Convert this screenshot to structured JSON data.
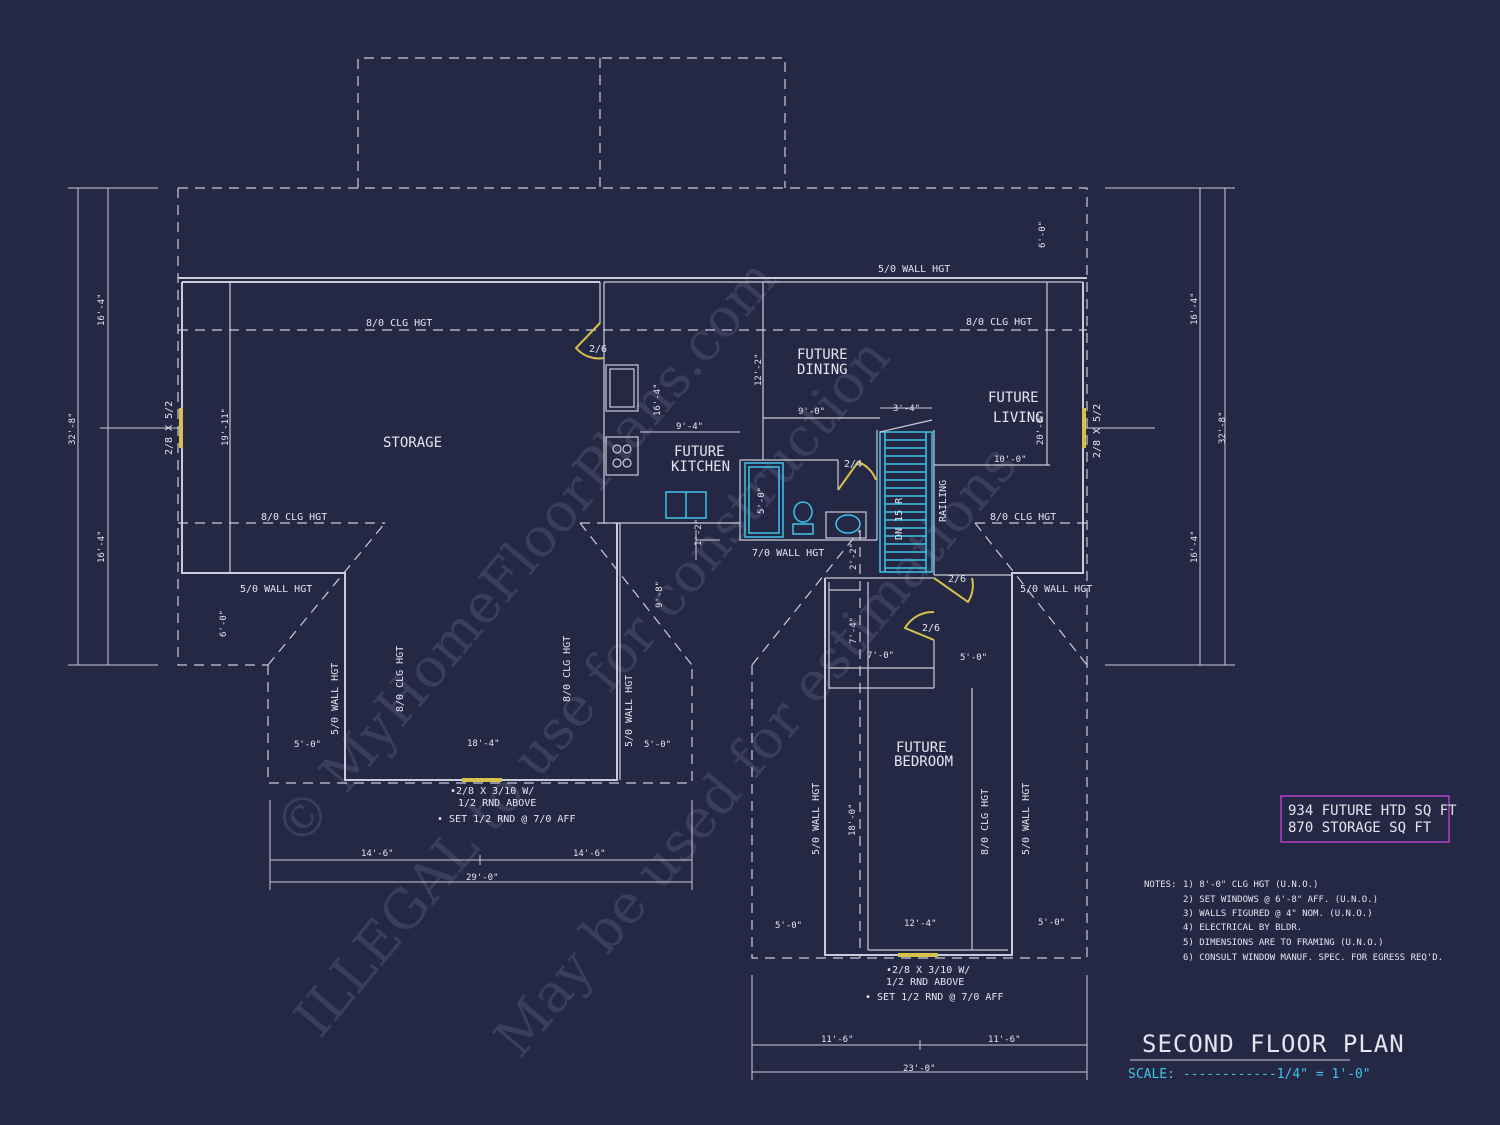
{
  "watermark": [
    "© MyHomeFloorPlans.com",
    "ILLEGAL to use for construction",
    "May be used for estimations"
  ],
  "rooms": {
    "storage": "STORAGE",
    "future_kitchen": [
      "FUTURE",
      "KITCHEN"
    ],
    "future_dining": [
      "FUTURE",
      "DINING"
    ],
    "future_living": [
      "FUTURE",
      "LIVING"
    ],
    "future_bedroom": [
      "FUTURE",
      "BEDROOM"
    ]
  },
  "labels": {
    "wall_hgt_5": "5/0 WALL HGT",
    "clg_hgt_8": "8/0 CLG HGT",
    "wall_hgt_7": "7/0 WALL HGT",
    "railing": "RAILING",
    "dn_stair": "DN 15 R",
    "door_26": "2/6",
    "door_24": "2/4",
    "window_side": "2/8 X 5/2",
    "window_note": [
      "•2/8 X 3/10 W/",
      "1/2 RND ABOVE",
      "• SET 1/2 RND @ 7/0 AFF"
    ]
  },
  "dimensions": {
    "d32_8": "32'-8\"",
    "d16_4": "16'-4\"",
    "d19_11": "19'-11\"",
    "d6_0": "6'-0\"",
    "d5_0": "5'-0\"",
    "d18_4": "18'-4\"",
    "d14_6": "14'-6\"",
    "d29_0": "29'-0\"",
    "d16_4b": "16'-4\"",
    "d12_2": "12'-2\"",
    "d9_4": "9'-4\"",
    "d9_0": "9'-0\"",
    "d3_4": "3'-4\"",
    "d20_0": "20'-0\"",
    "d10_0": "10'-0\"",
    "d5_0b": "5'-0\"",
    "d1_2": "1'-2\"",
    "d9_8": "9'-8\"",
    "d2_2": "2'-2\"",
    "d7_4": "7'-4\"",
    "d7_0": "7'-0\"",
    "d18_0": "18'-0\"",
    "d12_4": "12'-4\"",
    "d11_6": "11'-6\"",
    "d23_0": "23'-0\"",
    "d5_0c": "5'-0\""
  },
  "area_box": {
    "line1": "934 FUTURE HTD SQ FT",
    "line2": "870 STORAGE SQ FT"
  },
  "notes": {
    "label": "NOTES:",
    "items": [
      "1) 8'-0\" CLG HGT  (U.N.O.)",
      "2) SET WINDOWS @ 6'-8\" AFF.  (U.N.O.)",
      "3) WALLS FIGURED @ 4\" NOM. (U.N.O.)",
      "4) ELECTRICAL BY BLDR.",
      "5) DIMENSIONS ARE TO FRAMING (U.N.O.)",
      "6) CONSULT WINDOW MANUF. SPEC. FOR EGRESS REQ'D."
    ]
  },
  "title": "SECOND FLOOR PLAN",
  "scale": "SCALE: ------------1/4\" = 1'-0\"",
  "colors": {
    "background": "#252845",
    "lines": "#c9ccd8",
    "accent": "#3fc4e8",
    "window": "#d4c24a",
    "area_box": "#b43cc8"
  }
}
